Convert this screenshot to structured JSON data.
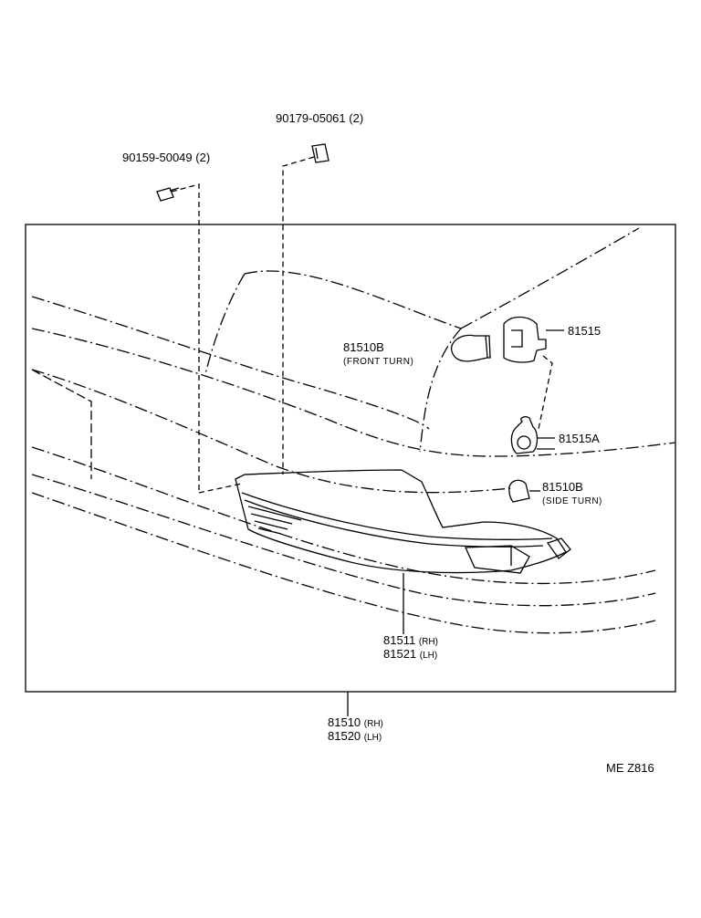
{
  "labels": {
    "clip_part": "90179-05061",
    "clip_qty": "(2)",
    "screw_part": "90159-50049",
    "screw_qty": "(2)",
    "socket_part": "81515",
    "front_bulb_part": "81510B",
    "front_bulb_desc": "(FRONT  TURN)",
    "side_socket_part": "81515A",
    "side_bulb_part": "81510B",
    "side_bulb_desc": "(SIDE  TURN)",
    "lens_rh": "81511",
    "lens_rh_side": "(RH)",
    "lens_lh": "81521",
    "lens_lh_side": "(LH)",
    "assy_rh": "81510",
    "assy_rh_side": "(RH)",
    "assy_lh": "81520",
    "assy_lh_side": "(LH)",
    "code": "ME  Z816"
  },
  "colors": {
    "ink": "#000000",
    "paper": "#ffffff"
  }
}
